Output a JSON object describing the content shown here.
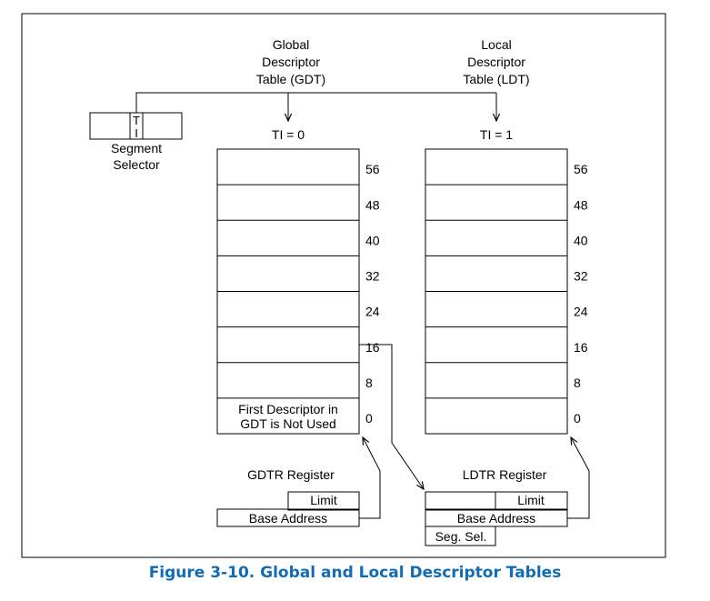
{
  "gdt_title": [
    "Global",
    "Descriptor",
    "Table (GDT)"
  ],
  "ldt_title": [
    "Local",
    "Descriptor",
    "Table (LDT)"
  ],
  "ti_zero": "TI = 0",
  "ti_one": "TI = 1",
  "ti_bit": [
    "T",
    "I"
  ],
  "segment_selector": [
    "Segment",
    "Selector"
  ],
  "offsets": [
    "56",
    "48",
    "40",
    "32",
    "24",
    "16",
    "8",
    "0"
  ],
  "first_descriptor": [
    "First Descriptor in",
    "GDT is Not Used"
  ],
  "gdtr": {
    "title": "GDTR Register",
    "limit": "Limit",
    "base": "Base Address"
  },
  "ldtr": {
    "title": "LDTR Register",
    "limit": "Limit",
    "base": "Base Address",
    "seg_sel": "Seg. Sel."
  },
  "caption": "Figure 3-10.  Global and Local Descriptor Tables",
  "colors": {
    "caption": "#0f6cb5",
    "lines": "#000000"
  }
}
